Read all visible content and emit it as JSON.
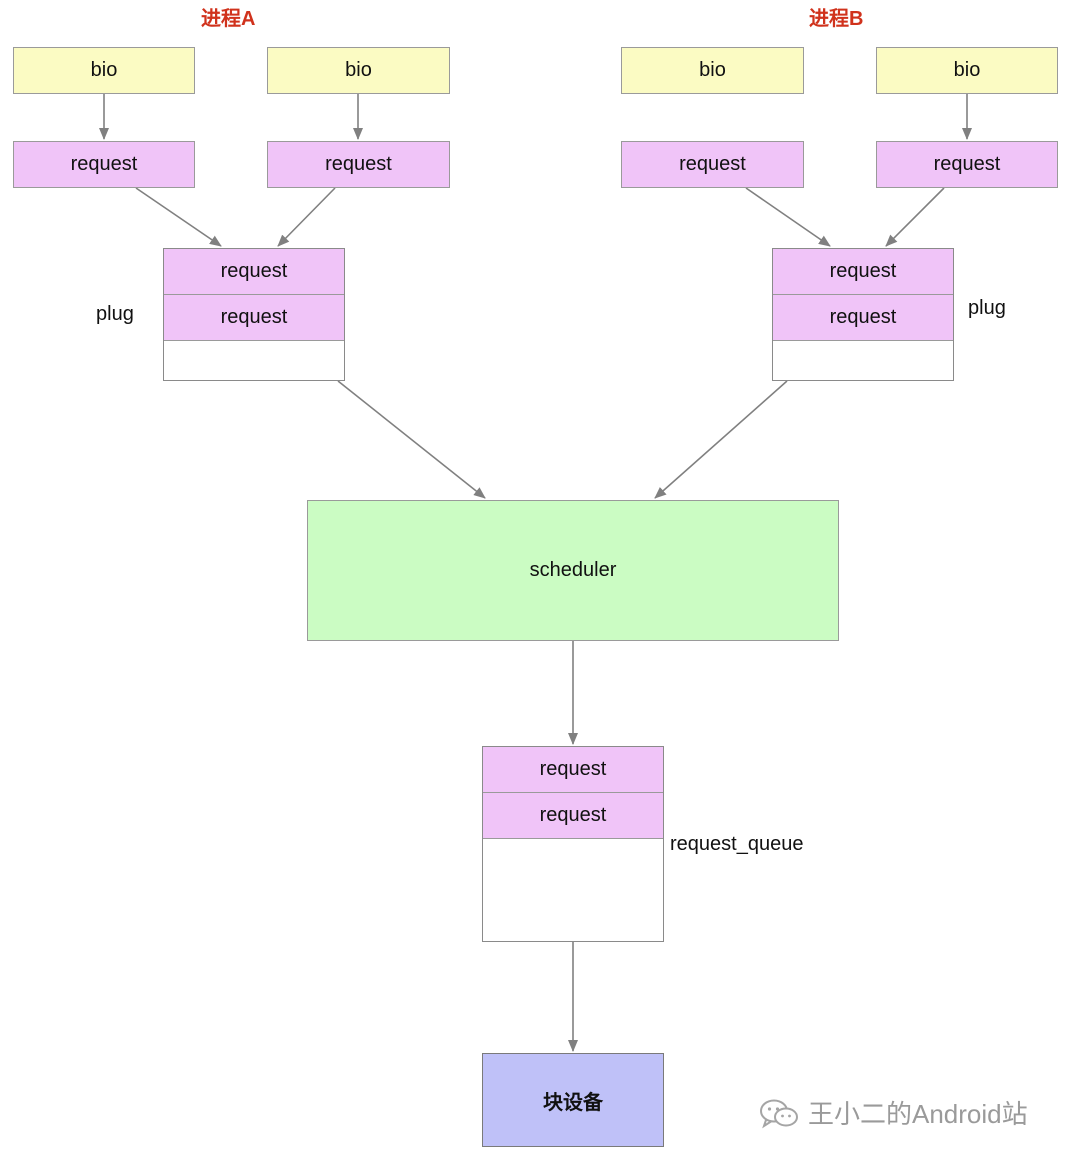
{
  "process_a": {
    "title": "进程A"
  },
  "process_b": {
    "title": "进程B"
  },
  "bio_label": "bio",
  "request_label": "request",
  "plug_label": "plug",
  "scheduler_label": "scheduler",
  "request_queue_label": "request_queue",
  "block_device_label": "块设备",
  "watermark": "王小二的Android站",
  "colors": {
    "bio": "#fbfbc3",
    "request": "#f0c4f8",
    "scheduler": "#cbfcc3",
    "block_device": "#bfc1f8",
    "title": "#d0321c",
    "edge": "#808080"
  }
}
